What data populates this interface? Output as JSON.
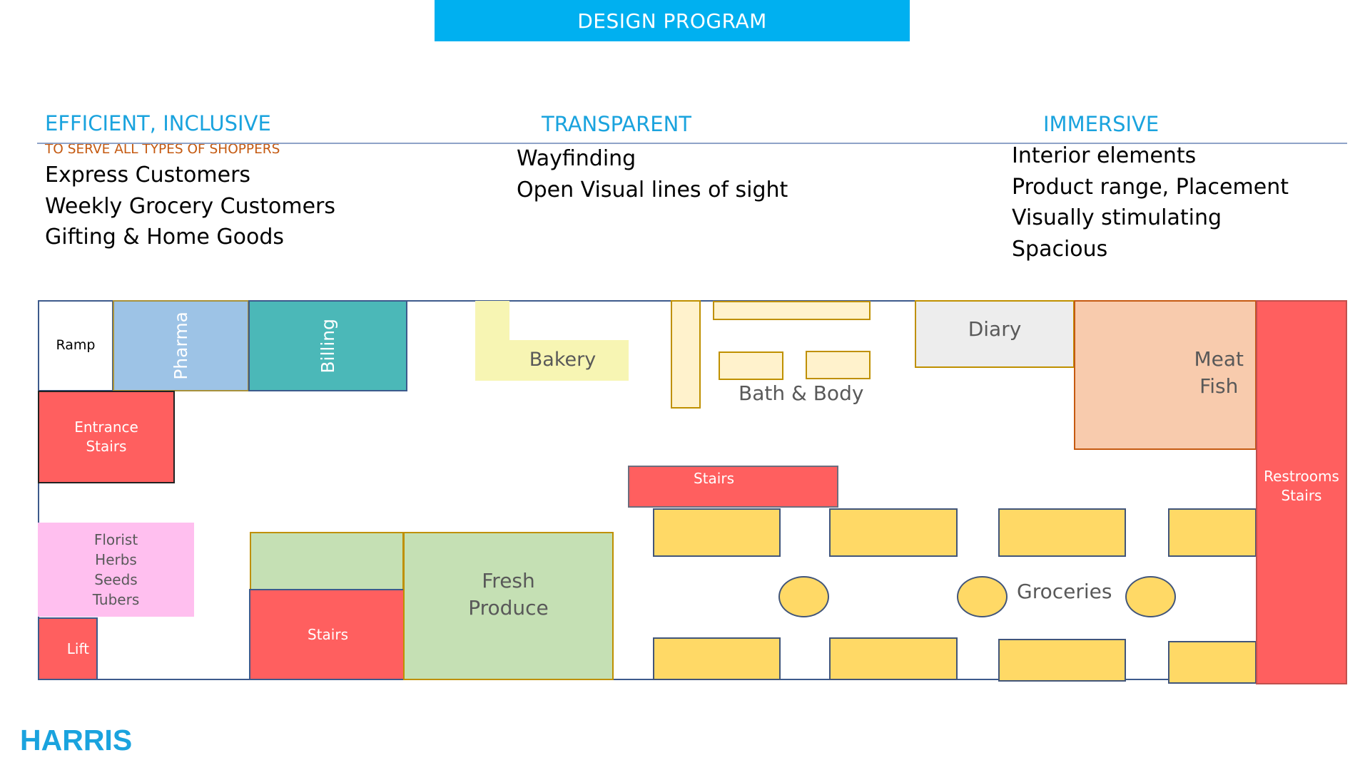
{
  "banner": {
    "title": "DESIGN PROGRAM"
  },
  "columns": [
    {
      "heading": "EFFICIENT, INCLUSIVE",
      "subheading": "TO SERVE ALL TYPES OF SHOPPERS",
      "items": [
        "Express Customers",
        "Weekly Grocery Customers",
        "Gifting & Home Goods"
      ]
    },
    {
      "heading": "TRANSPARENT",
      "items": [
        "Wayfinding",
        "Open Visual lines of sight"
      ]
    },
    {
      "heading": "IMMERSIVE",
      "items": [
        "Interior elements",
        "Product range, Placement",
        "Visually stimulating",
        "Spacious"
      ]
    }
  ],
  "floor_plan": {
    "zones": {
      "ramp": "Ramp",
      "pharma": "Pharma",
      "billing": "Billing",
      "entrance_stairs": [
        "Entrance",
        "Stairs"
      ],
      "florist": [
        "Florist",
        "Herbs",
        "Seeds",
        "Tubers"
      ],
      "lift": "Lift",
      "stairs_left": "Stairs",
      "fresh_produce": [
        "Fresh",
        "Produce"
      ],
      "bakery": "Bakery",
      "bath_body": "Bath & Body",
      "diary": "Diary",
      "meat_fish": [
        "Meat",
        "Fish"
      ],
      "restrooms_stairs": [
        "Restrooms",
        "Stairs"
      ],
      "stairs_center": "Stairs",
      "groceries": "Groceries"
    },
    "colors": {
      "stairs": "#ff5f5f",
      "pharma": "#9dc3e6",
      "billing": "#4bb8b8",
      "florist": "#ffbfef",
      "fresh_produce": "#c5e0b4",
      "bakery": "#f7f5b3",
      "bath_body": "#fff2cc",
      "diary": "#ededed",
      "meat_fish": "#f8cbad",
      "groceries": "#ffd966"
    }
  },
  "footer": {
    "logo": "HARRIS"
  }
}
